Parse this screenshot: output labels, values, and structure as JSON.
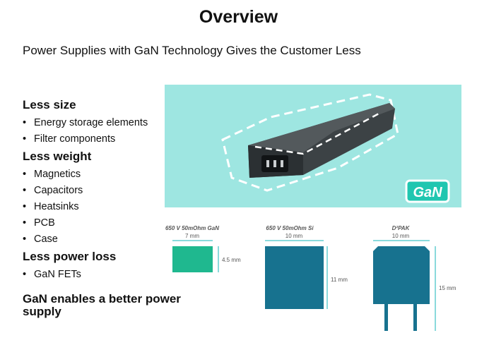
{
  "slide": {
    "title": "Overview",
    "subtitle": "Power Supplies with GaN Technology Gives the Customer Less"
  },
  "sections": [
    {
      "heading": "Less size",
      "bullets": [
        "Energy storage elements",
        "Filter components"
      ]
    },
    {
      "heading": "Less weight",
      "bullets": [
        "Magnetics",
        "Capacitors",
        "Heatsinks",
        "PCB",
        "Case"
      ]
    },
    {
      "heading": "Less power loss",
      "bullets": [
        "GaN FETs"
      ]
    }
  ],
  "conclusion": "GaN enables a better power supply",
  "image": {
    "logo_text": "GaN",
    "background_color": "#9ee6e1"
  },
  "packages": [
    {
      "label": "650 V 50mOhm GaN",
      "width": "7 mm",
      "height": "4.5 mm",
      "color": "#1fb88f"
    },
    {
      "label": "650 V 50mOhm Si",
      "width": "10 mm",
      "height": "11 mm",
      "color": "#17728f"
    },
    {
      "label": "D²PAK",
      "width": "10 mm",
      "height": "15 mm",
      "color": "#17728f"
    }
  ],
  "colors": {
    "dimension_lines": "#62cdd0",
    "dimension_text": "#555555"
  }
}
